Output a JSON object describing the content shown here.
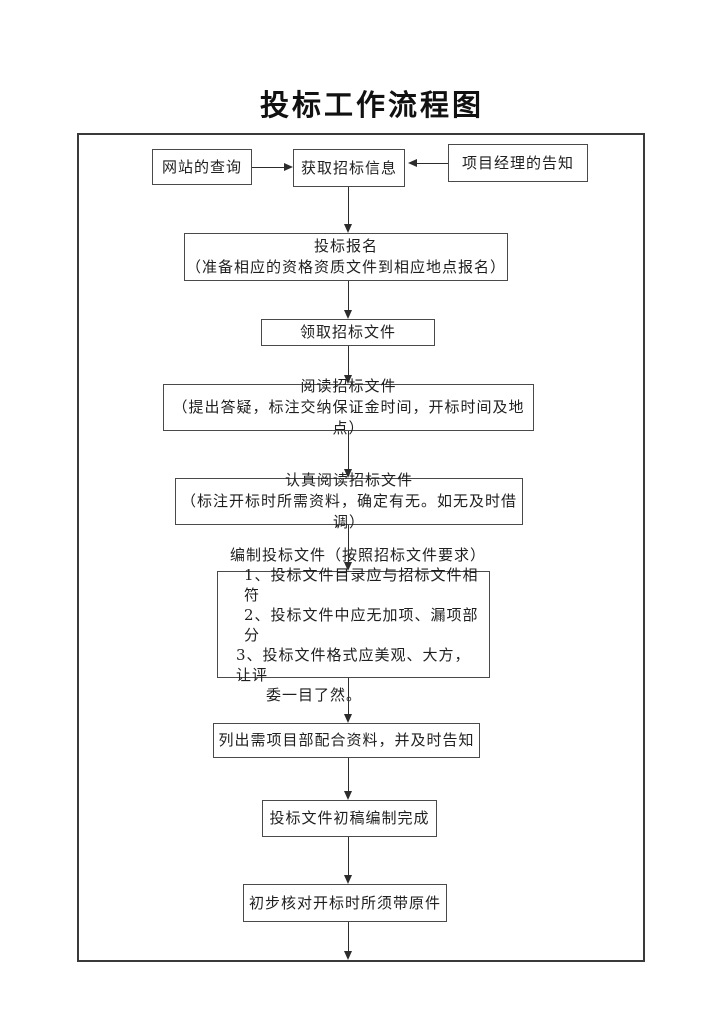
{
  "title": "投标工作流程图",
  "colors": {
    "background": "#ffffff",
    "border": "#4a4a4a",
    "frame_border": "#3a3a3a",
    "text": "#1f1f1f",
    "arrow": "#2c2c2c"
  },
  "flow": {
    "sources": {
      "left": {
        "label": "网站的查询"
      },
      "right": {
        "label": "项目经理的告知"
      }
    },
    "boxes": [
      {
        "label": "获取招标信息"
      },
      {
        "label": "投标报名",
        "note": "（准备相应的资格资质文件到相应地点报名）"
      },
      {
        "label": "领取招标文件"
      },
      {
        "label": "阅读招标文件",
        "note": "（提出答疑，标注交纳保证金时间，开标时间及地点）"
      },
      {
        "label": "认真阅读招标文件",
        "note": "（标注开标时所需资料，确定有无。如无及时借调）"
      },
      {
        "lines": [
          "编制投标文件（按照招标文件要求）",
          "1、投标文件目录应与招标文件相符",
          "2、投标文件中应无加项、漏项部分",
          "3、投标文件格式应美观、大方，让评",
          "委一目了然。"
        ]
      },
      {
        "label": "列出需项目部配合资料，并及时告知"
      },
      {
        "label": "投标文件初稿编制完成"
      },
      {
        "label": "初步核对开标时所须带原件"
      }
    ]
  }
}
